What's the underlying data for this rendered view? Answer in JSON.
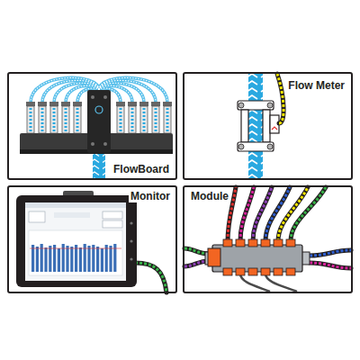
{
  "diagram": {
    "nodes": [
      {
        "text": [
          "FlowBoard"
        ]
      },
      {
        "text": [
          "Flow Meter"
        ]
      },
      {
        "text": [
          "Monitor"
        ]
      },
      {
        "text": [
          "Module"
        ]
      }
    ]
  }
}
